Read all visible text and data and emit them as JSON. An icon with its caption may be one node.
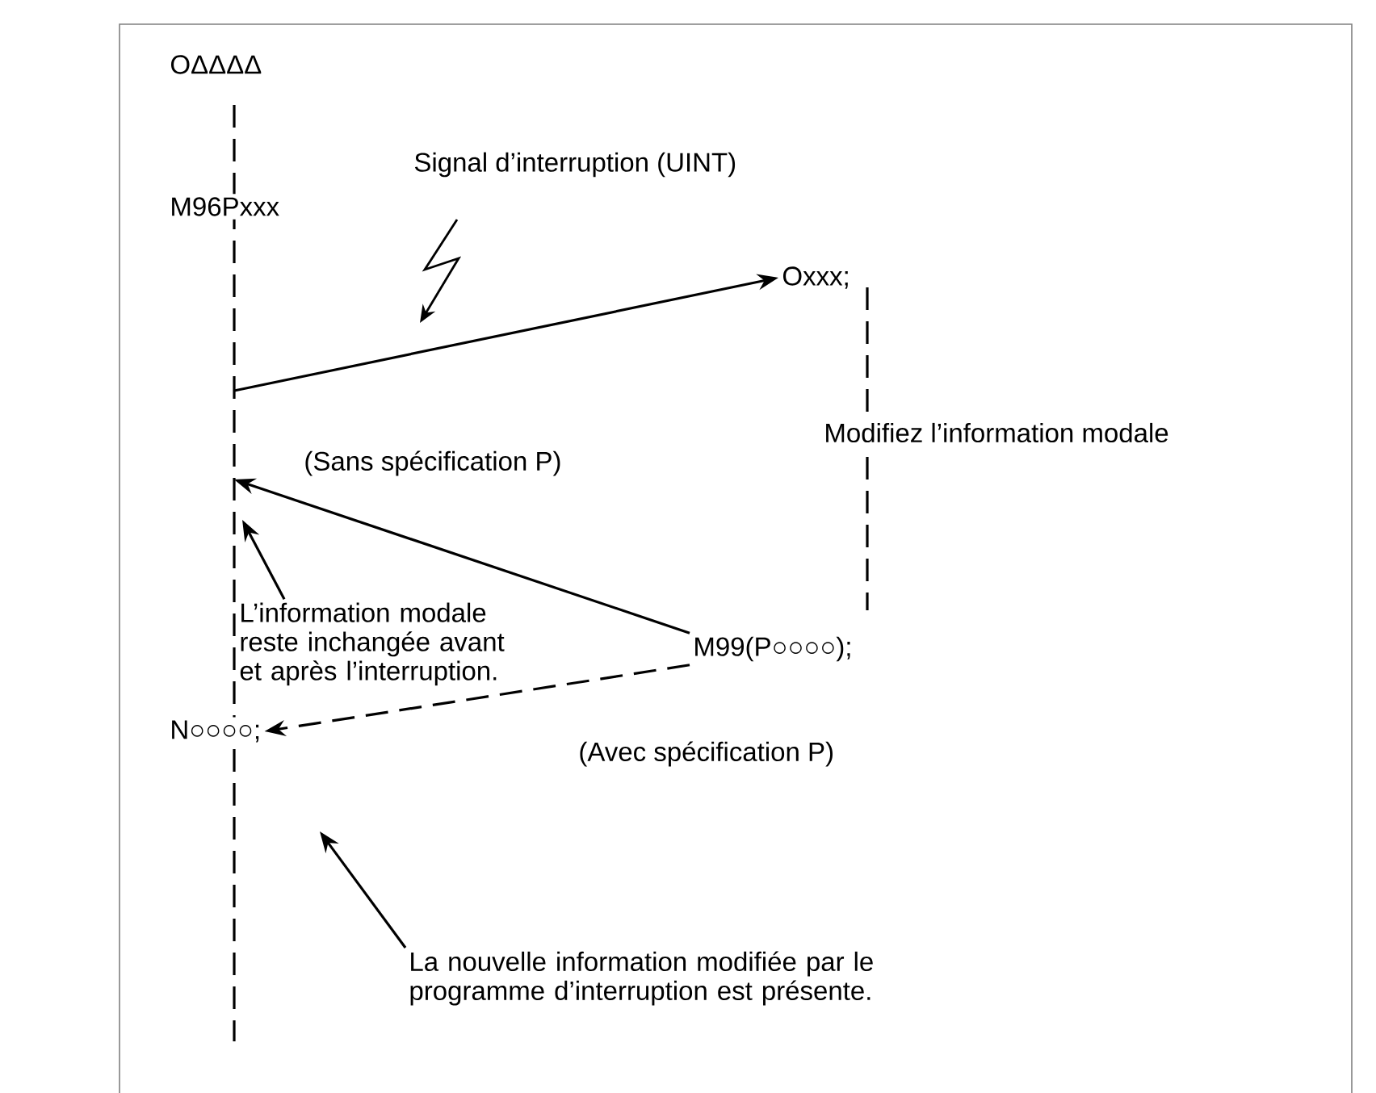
{
  "diagram": {
    "nodes": [
      {
        "text": [
          "OΔΔΔΔ"
        ]
      },
      {
        "text": [
          "M96Pxxx"
        ]
      },
      {
        "text": [
          "Oxxx;"
        ]
      },
      {
        "text": [
          "Modifiez l’information modale"
        ]
      },
      {
        "text": [
          "M99(P○○○○);"
        ]
      },
      {
        "text": [
          "N○○○○;"
        ]
      },
      {
        "text": [
          "L’information modale reste inchangée avant et après l’interruption."
        ]
      },
      {
        "text": [
          "La nouvelle information modifiée par le programme d’interruption est présente."
        ]
      }
    ],
    "edges": [
      {
        "from": null,
        "to": 2,
        "arrow": "to",
        "label": "Signal d’interruption (UINT)"
      },
      {
        "from": 4,
        "to": null,
        "arrow": "to",
        "label": "(Sans spécification P)"
      },
      {
        "from": 4,
        "to": 5,
        "arrow": "to",
        "style": "dashed",
        "label": "(Avec spécification P)"
      },
      {
        "from": 6,
        "to": null,
        "arrow": "to"
      },
      {
        "from": 7,
        "to": null,
        "arrow": "to"
      }
    ]
  }
}
